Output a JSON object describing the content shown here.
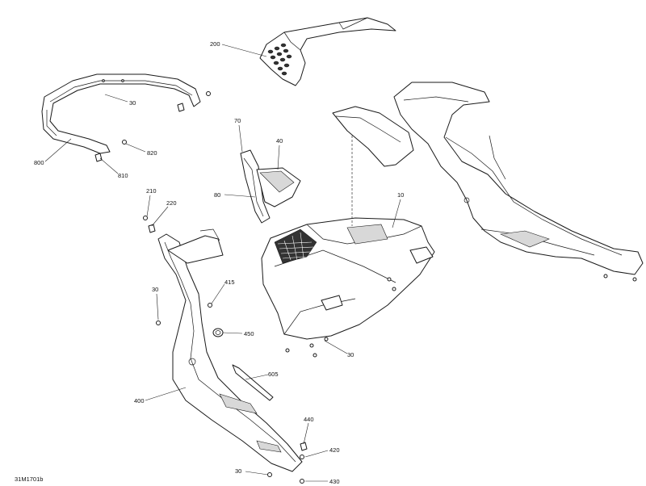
{
  "diagram": {
    "reference_code": "31M1701b",
    "callouts": {
      "c200": "200",
      "c30_top": "30",
      "c820": "820",
      "c810": "810",
      "c800": "800",
      "c70": "70",
      "c40": "40",
      "c80": "80",
      "c10": "10",
      "c210": "210",
      "c220": "220",
      "c415": "415",
      "c30_left": "30",
      "c450": "450",
      "c30_mid": "30",
      "c605": "605",
      "c400": "400",
      "c440": "440",
      "c420": "420",
      "c30_bottom": "30",
      "c430": "430"
    }
  }
}
